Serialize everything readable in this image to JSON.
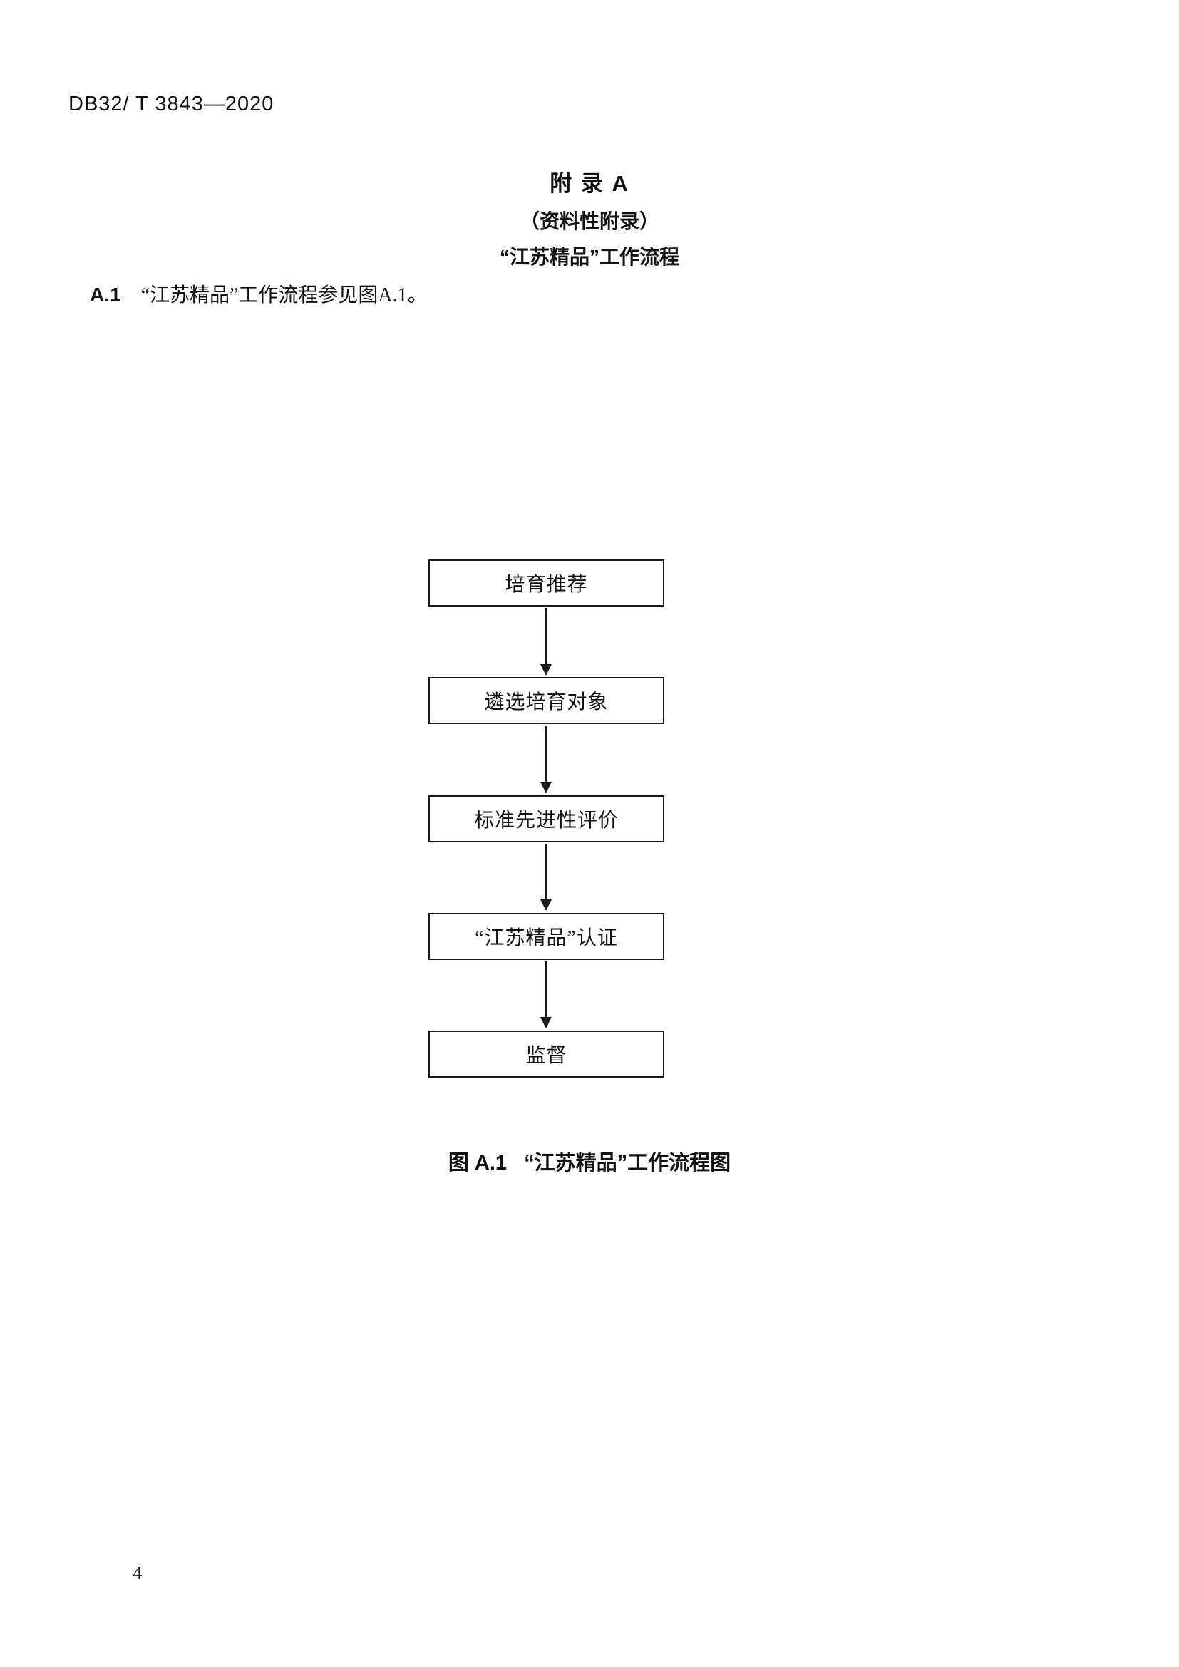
{
  "page": {
    "doc_code": "DB32/ T 3843—2020",
    "page_number": "4"
  },
  "appendix": {
    "title": "附  录  A",
    "subtitle": "（资料性附录）",
    "name": "“江苏精品”工作流程"
  },
  "clause": {
    "number": "A.1",
    "text": "“江苏精品”工作流程参见图A.1。"
  },
  "flowchart": {
    "steps": [
      "培育推荐",
      "遴选培育对象",
      "标准先进性评价",
      "“江苏精品”认证",
      "监督"
    ],
    "caption": "图 A.1   “江苏精品”工作流程图"
  }
}
